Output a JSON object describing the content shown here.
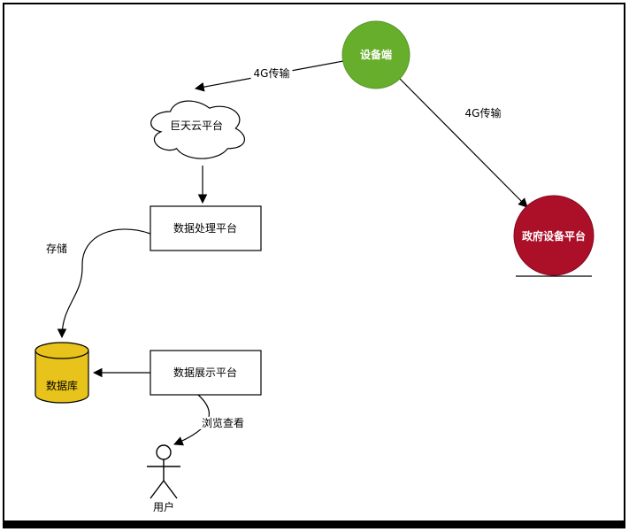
{
  "diagram": {
    "nodes": {
      "device": {
        "label": "设备端",
        "fill": "#66ae2b"
      },
      "cloud": {
        "label": "巨天云平台",
        "fill": "#ffffff"
      },
      "processing": {
        "label": "数据处理平台",
        "fill": "#ffffff"
      },
      "government": {
        "label": "政府设备平台",
        "fill": "#ac0f28"
      },
      "database": {
        "label": "数据库",
        "fill": "#e7c31b"
      },
      "display": {
        "label": "数据展示平台",
        "fill": "#ffffff"
      },
      "user": {
        "label": "用户"
      }
    },
    "edges": {
      "device_to_cloud": {
        "label": "4G传输"
      },
      "device_to_government": {
        "label": "4G传输"
      },
      "processing_to_database": {
        "label": "存储"
      },
      "display_to_user": {
        "label": "浏览查看"
      }
    }
  }
}
